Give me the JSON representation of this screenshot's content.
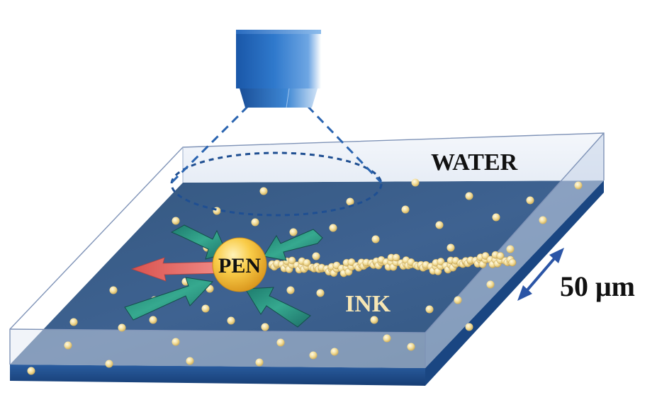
{
  "labels": {
    "water": "WATER",
    "ink": "INK",
    "pen": "PEN",
    "scale_bar": "50 μm"
  },
  "components": [
    {
      "name": "microscope-objective",
      "icon": "objective-lens-icon"
    },
    {
      "name": "field-of-view",
      "style": "dashed-ellipse"
    },
    {
      "name": "water-layer",
      "style": "transparent-slab"
    },
    {
      "name": "ink-substrate",
      "style": "dark-blue-slab"
    },
    {
      "name": "pen-particle",
      "style": "large-gold-sphere"
    },
    {
      "name": "written-trail",
      "style": "chain-of-gold-particles"
    },
    {
      "name": "inflow-arrows",
      "count": 4
    },
    {
      "name": "propulsion-arrow",
      "count": 1
    },
    {
      "name": "scale-arrow",
      "count": 1
    }
  ],
  "colors": {
    "objective": "#2a6fc4",
    "objective_dark": "#174d96",
    "ink_top": "#3c5f8d",
    "ink_side": "#1f4a86",
    "water_edge": "#7f93b7",
    "particle": "#f2dc96",
    "pen": "#f8c23b",
    "inflow_arrow": "#2f9c86",
    "propulsion_arrow": "#e56f6b",
    "scale_arrow": "#2b55a6"
  }
}
